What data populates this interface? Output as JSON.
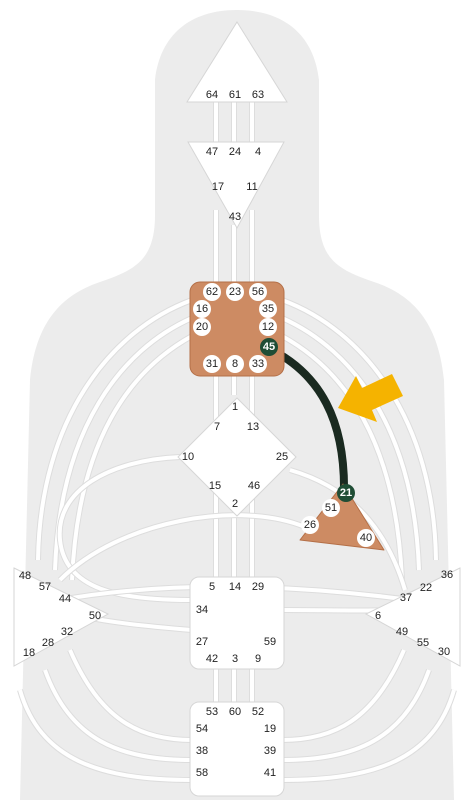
{
  "colors": {
    "background": "#ffffff",
    "silhouette": "#ececec",
    "center_undefined": "#ffffff",
    "center_defined": "#cd8b63",
    "channel_defined": "#1a2a20",
    "activated_gate": "#1f4d35",
    "arrow": "#f5b300"
  },
  "centers": {
    "head": {
      "defined": false,
      "gates": [
        "64",
        "61",
        "63"
      ]
    },
    "ajna": {
      "defined": false,
      "gates": [
        "47",
        "24",
        "4",
        "17",
        "11",
        "43"
      ]
    },
    "throat": {
      "defined": true,
      "gates": [
        "62",
        "23",
        "56",
        "16",
        "35",
        "20",
        "12",
        "45",
        "31",
        "8",
        "33"
      ],
      "activated": [
        "45"
      ]
    },
    "g": {
      "defined": false,
      "gates": [
        "1",
        "7",
        "13",
        "10",
        "25",
        "15",
        "46",
        "2"
      ]
    },
    "heart": {
      "defined": true,
      "gates": [
        "21",
        "51",
        "26",
        "40"
      ],
      "activated": [
        "21"
      ]
    },
    "spleen": {
      "defined": false,
      "gates": [
        "48",
        "57",
        "44",
        "50",
        "32",
        "28",
        "18"
      ]
    },
    "sacral": {
      "defined": false,
      "gates": [
        "5",
        "14",
        "29",
        "34",
        "27",
        "59",
        "42",
        "3",
        "9"
      ]
    },
    "solar_plexus": {
      "defined": false,
      "gates": [
        "36",
        "22",
        "37",
        "6",
        "49",
        "55",
        "30"
      ]
    },
    "root": {
      "defined": false,
      "gates": [
        "53",
        "60",
        "52",
        "54",
        "19",
        "38",
        "39",
        "58",
        "41"
      ]
    }
  },
  "highlighted_channel": {
    "from": "45",
    "to": "21"
  },
  "pointer": {
    "icon": "arrow-icon"
  }
}
